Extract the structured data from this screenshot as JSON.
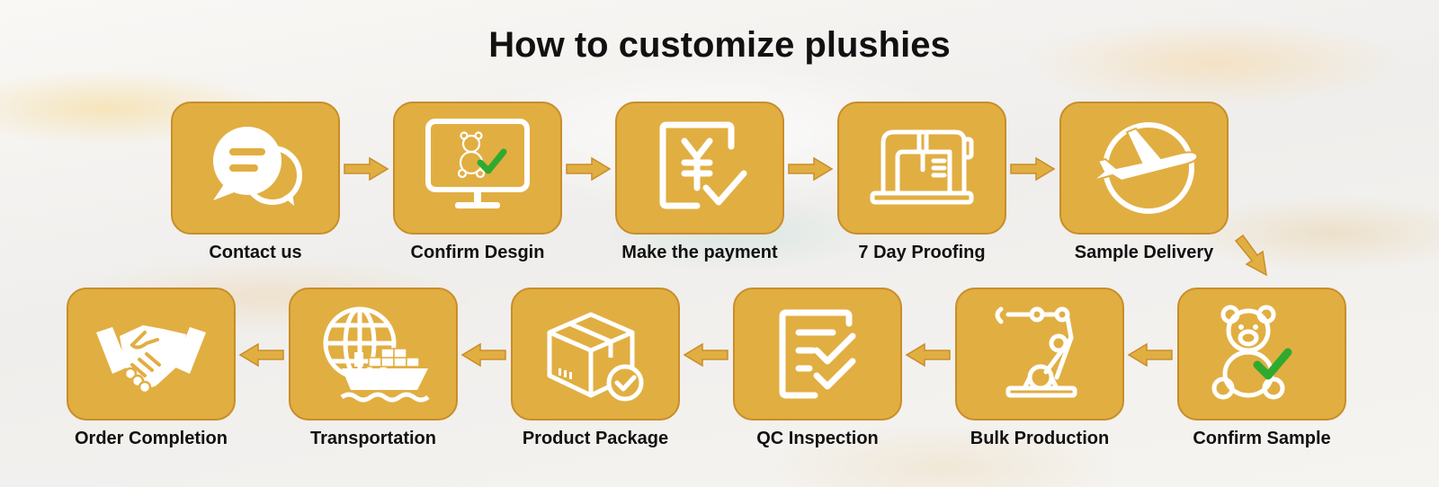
{
  "title": "How to customize plushies",
  "colors": {
    "tile": "#e1ae42",
    "tile_border": "#c98d2a",
    "check": "#2faa2f",
    "text": "#111111"
  },
  "steps": [
    {
      "label": "Contact us",
      "icon": "chat-bubbles-icon"
    },
    {
      "label": "Confirm Desgin",
      "icon": "monitor-teddy-check-icon"
    },
    {
      "label": "Make the payment",
      "icon": "yen-payment-check-icon"
    },
    {
      "label": "7 Day Proofing",
      "icon": "sewing-machine-icon"
    },
    {
      "label": "Sample Delivery",
      "icon": "airplane-icon"
    },
    {
      "label": "Confirm Sample",
      "icon": "teddy-bear-check-icon"
    },
    {
      "label": "Bulk Production",
      "icon": "robot-arm-icon"
    },
    {
      "label": "QC Inspection",
      "icon": "checklist-icon"
    },
    {
      "label": "Product Package",
      "icon": "package-box-check-icon"
    },
    {
      "label": "Transportation",
      "icon": "globe-cargo-ship-icon"
    },
    {
      "label": "Order Completion",
      "icon": "handshake-icon"
    }
  ]
}
